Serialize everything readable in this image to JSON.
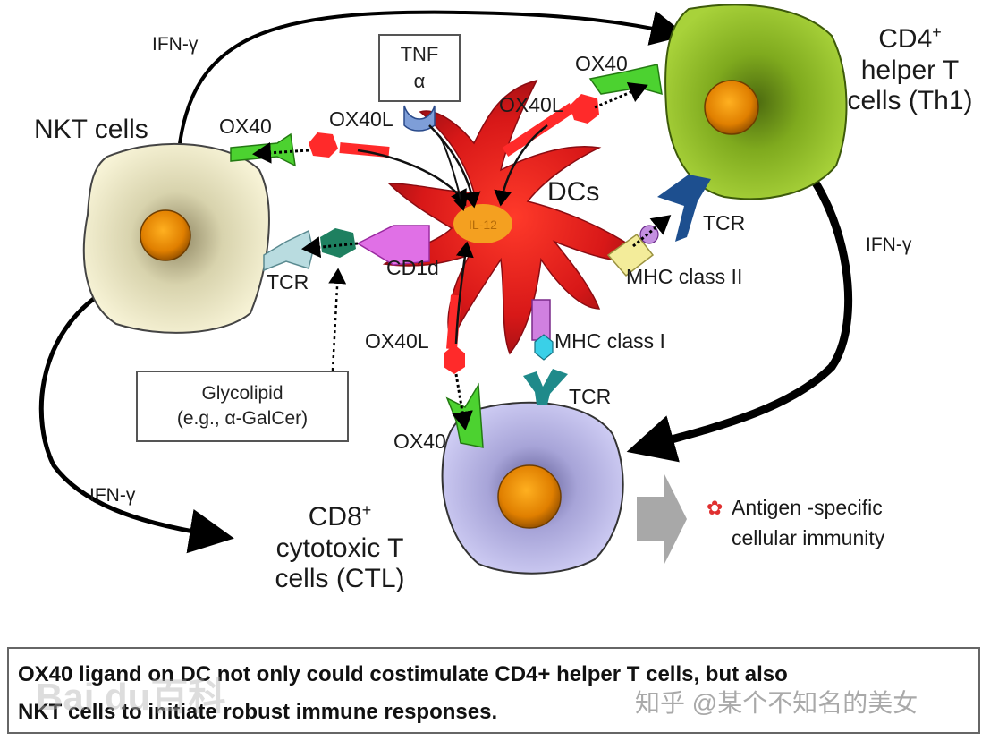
{
  "cells": {
    "nkt": "NKT cells",
    "cd4_line1": "CD4",
    "cd4_sup": "+",
    "cd4_line2": "helper T",
    "cd4_line3": "cells (Th1)",
    "dcs": "DCs",
    "cd8_line1": "CD8",
    "cd8_sup": "+",
    "cd8_line2": "cytotoxic T",
    "cd8_line3": "cells (CTL)"
  },
  "labels": {
    "ifn_top": "IFN-γ",
    "ifn_right": "IFN-γ",
    "ifn_left": "IFN-γ",
    "ox40_nkt": "OX40",
    "ox40l_left": "OX40L",
    "ox40_cd4": "OX40",
    "ox40l_right": "OX40L",
    "tcr_nkt": "TCR",
    "cd1d": "CD1d",
    "tcr_cd4": "TCR",
    "mhc2": "MHC class II",
    "mhc1": "MHC class I",
    "ox40l_bottom": "OX40L",
    "tcr_cd8": "TCR",
    "ox40_cd8": "OX40",
    "antigen_line1": "Antigen -specific",
    "antigen_line2": "cellular immunity"
  },
  "tnf_box": {
    "line1": "TNF",
    "line2": "α"
  },
  "glyco_box": {
    "line1": "Glycolipid",
    "line2": "(e.g.,  α-GalCer)"
  },
  "caption": {
    "line1": "OX40  ligand  on DC not only could   costimulate  CD4+ helper T cells, but also",
    "line2": "NKT cells to initiate robust immune responses."
  },
  "watermark": "知乎 @某个不知名的美女",
  "baidu_mark": "Bai du百科",
  "dc_nucleus_text": "IL-12",
  "colors": {
    "nkt_cell": "#f3efcc",
    "cd4_cell": "#8fbf2a",
    "cd8_cell": "#c4c2ee",
    "nucleus": "#e08a00",
    "dc": "#d41c1c",
    "ox40": "#4cd230",
    "ox40l": "#ff2a2a",
    "cd1d": "#e060e0",
    "tcr_blue": "#1d4f8f",
    "tcr_teal": "#1f8a8a",
    "tcr_light": "#b9dce0"
  }
}
